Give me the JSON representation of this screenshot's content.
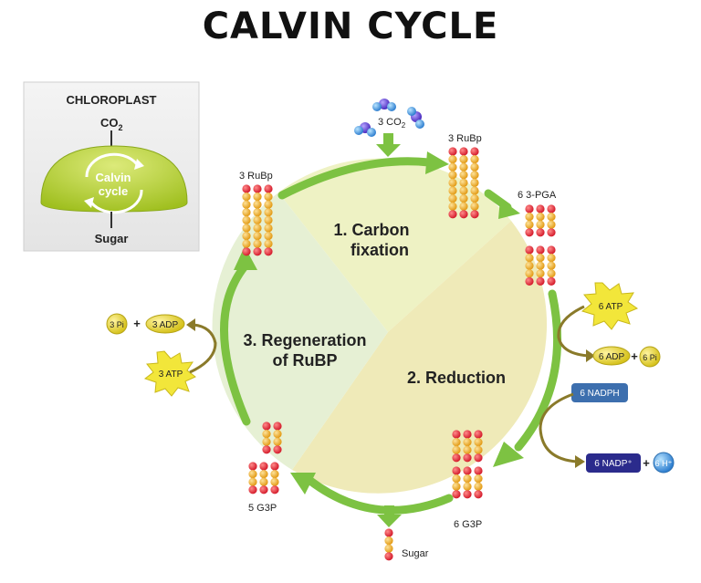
{
  "title": "CALVIN CYCLE",
  "inset": {
    "heading": "CHLOROPLAST",
    "co2_main": "CO",
    "co2_sub": "2",
    "center_line1": "Calvin",
    "center_line2": "cycle",
    "output": "Sugar"
  },
  "phases": {
    "p1_line1": "1. Carbon",
    "p1_line2": "fixation",
    "p2": "2. Reduction",
    "p3_line1": "3. Regeneration",
    "p3_line2": "of RuBP"
  },
  "molecules": {
    "co2_input_main": "3 CO",
    "co2_input_sub": "2",
    "rubp_right": "3 RuBp",
    "rubp_left": "3 RuBp",
    "pga": "6 3-PGA",
    "g3p_6": "6 G3P",
    "g3p_5": "5 G3P",
    "sugar": "Sugar"
  },
  "energy": {
    "atp_6": "6 ATP",
    "adp_6": "6 ADP",
    "pi_6": "6 Pi",
    "nadph_6": "6 NADPH",
    "nadp_6": "6 NADP⁺",
    "h_6": "6 H⁺",
    "pi_3": "3 Pi",
    "adp_3": "3 ADP",
    "atp_3": "3 ATP",
    "plus": "+"
  },
  "colors": {
    "cycle_arrow": "#7dc242",
    "phase1_fill": "#eef2c4",
    "phase2_fill": "#efeab8",
    "phase3_fill": "#e6f0d4",
    "chloroplast": "#b6d12b",
    "carbon_atom": "#e8a21e",
    "terminal_atom": "#e2253a",
    "atp_star": "#f2e63a",
    "nadph_box": "#3d6fae",
    "nadp_box": "#2b2b8c",
    "h_ion": "#3f8fd6",
    "side_arrow": "#8a7a2a"
  }
}
